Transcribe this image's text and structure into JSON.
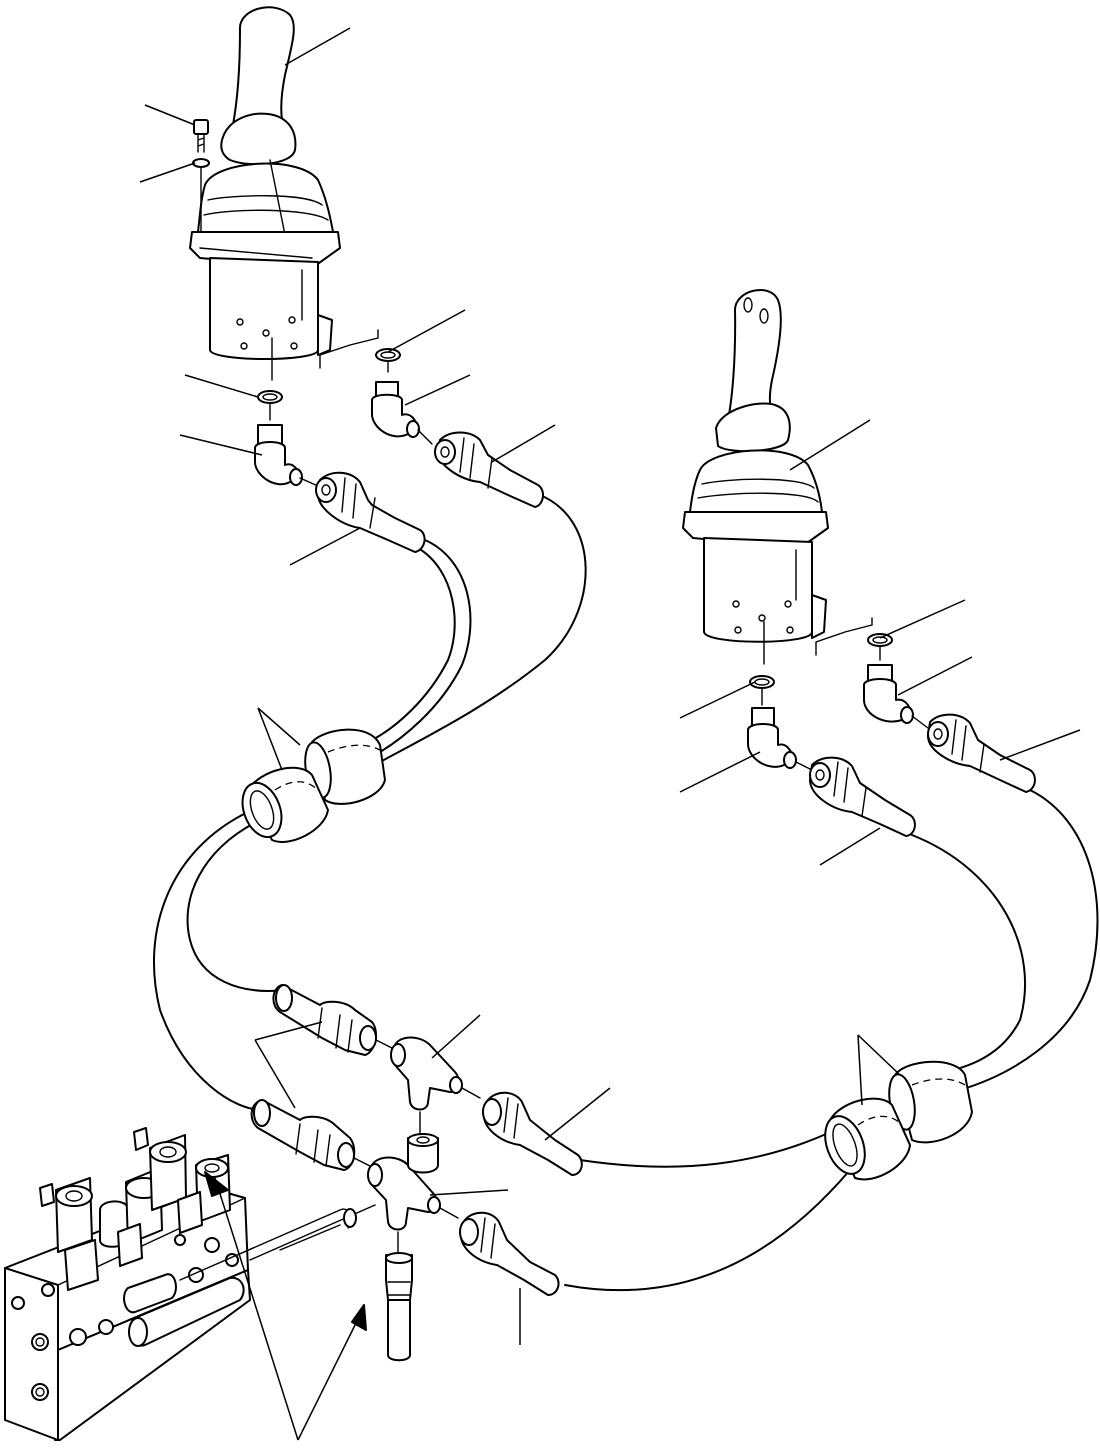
{
  "figure": {
    "kind": "exploded-parts-diagram",
    "callout_labels_visible": false
  },
  "parts": [
    {
      "id": "left-joystick",
      "icon": "joystick-lever-icon"
    },
    {
      "id": "right-joystick",
      "icon": "joystick-lever-icon"
    },
    {
      "id": "mounting-bolt",
      "icon": "bolt-icon"
    },
    {
      "id": "lock-washer",
      "icon": "washer-icon"
    },
    {
      "id": "o-ring",
      "icon": "o-ring-icon"
    },
    {
      "id": "elbow-fitting",
      "icon": "elbow-fitting-icon"
    },
    {
      "id": "hose-assembly",
      "icon": "hose-icon"
    },
    {
      "id": "hose-sleeve",
      "icon": "sleeve-icon"
    },
    {
      "id": "tee-fitting",
      "icon": "tee-fitting-icon"
    },
    {
      "id": "solenoid-valve-block",
      "icon": "valve-block-icon"
    }
  ],
  "colors": {
    "ink": "#000000",
    "paper": "#ffffff"
  }
}
